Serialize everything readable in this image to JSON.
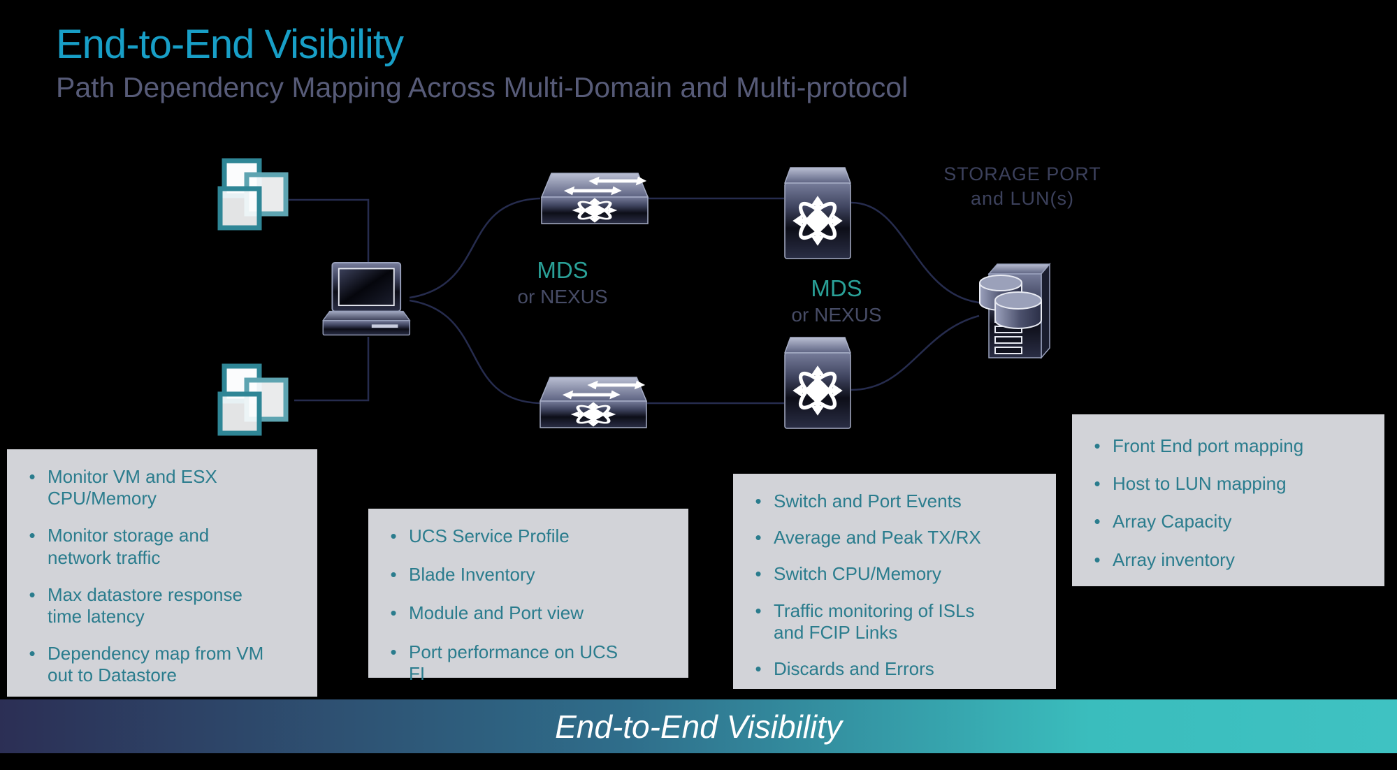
{
  "colors": {
    "title_teal": "#189fc7",
    "subtitle_gray": "#575b78",
    "mds_teal": "#2aa198",
    "nexus_gray": "#474c66",
    "storage_label": "#3c415c",
    "connector_navy": "#262c4e",
    "callout_bg": "#d2d3d8",
    "callout_text": "#2a7c8d",
    "banner_left": "#2c2f55",
    "banner_right": "#3abdbd"
  },
  "header": {
    "title": "End-to-End Visibility",
    "subtitle": "Path Dependency Mapping Across Multi-Domain and Multi-protocol"
  },
  "diagram": {
    "fabric_a": {
      "primary": "MDS",
      "secondary": "or NEXUS"
    },
    "fabric_b": {
      "primary": "MDS",
      "secondary": "or NEXUS"
    },
    "storage_label": {
      "line1": "STORAGE PORT",
      "line2": "and LUN(s)"
    },
    "icons": [
      "vm-group-icon-top",
      "vm-group-icon-bottom",
      "host-computer-icon",
      "fabric-switch-a-icon",
      "fabric-switch-b-icon",
      "director-switch-a-icon",
      "director-switch-b-icon",
      "storage-array-icon"
    ]
  },
  "callouts": {
    "host": {
      "items": [
        "Monitor VM and ESX CPU/Memory",
        "Monitor storage and network traffic",
        "Max datastore response time latency",
        "Dependency map from VM out to Datastore"
      ]
    },
    "ucs": {
      "items": [
        "UCS Service Profile",
        "Blade Inventory",
        "Module and Port view",
        "Port performance on UCS FI"
      ]
    },
    "fabric": {
      "items": [
        "Switch and Port Events",
        "Average and Peak TX/RX",
        "Switch CPU/Memory",
        "Traffic monitoring of ISLs and FCIP Links",
        "Discards and Errors"
      ]
    },
    "storage": {
      "items": [
        "Front End port mapping",
        "Host to LUN mapping",
        "Array Capacity",
        "Array inventory"
      ]
    }
  },
  "footer": {
    "banner": "End-to-End Visibility"
  }
}
